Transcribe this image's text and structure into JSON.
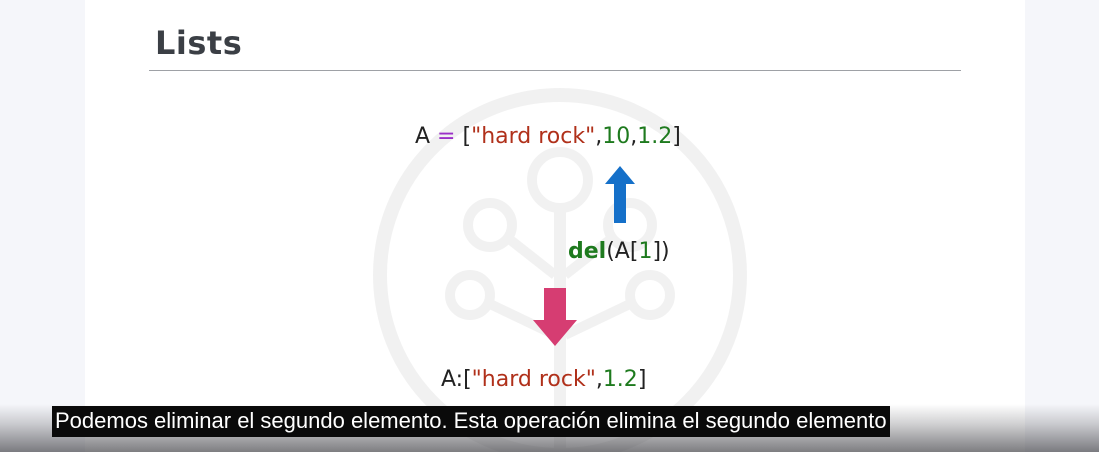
{
  "slide": {
    "title": "Lists",
    "statement": {
      "var": "A",
      "op": " = ",
      "open": "[",
      "s1": "\"hard rock\"",
      "c1": ",",
      "n1": "10",
      "c2": ",",
      "n2": "1.2",
      "close": "]"
    },
    "del_call": {
      "kw": "del",
      "open": "(A[",
      "idx": "1",
      "close": "])"
    },
    "result": {
      "prefix": "A:[",
      "s1": "\"hard rock\"",
      "c1": ",",
      "n1": "1.2",
      "close": "]"
    }
  },
  "caption": {
    "text": "Podemos eliminar el segundo elemento. Esta operación elimina el segundo elemento"
  },
  "colors": {
    "string": "#b0301a",
    "number": "#1e7a1e",
    "operator": "#9b30c8",
    "keyword": "#1e7a1e",
    "arrow_up": "#1570c9",
    "arrow_down": "#d63d72"
  },
  "icons": {
    "up": "arrow-up-icon",
    "down": "arrow-down-icon",
    "watermark": "tree-logo-icon"
  }
}
